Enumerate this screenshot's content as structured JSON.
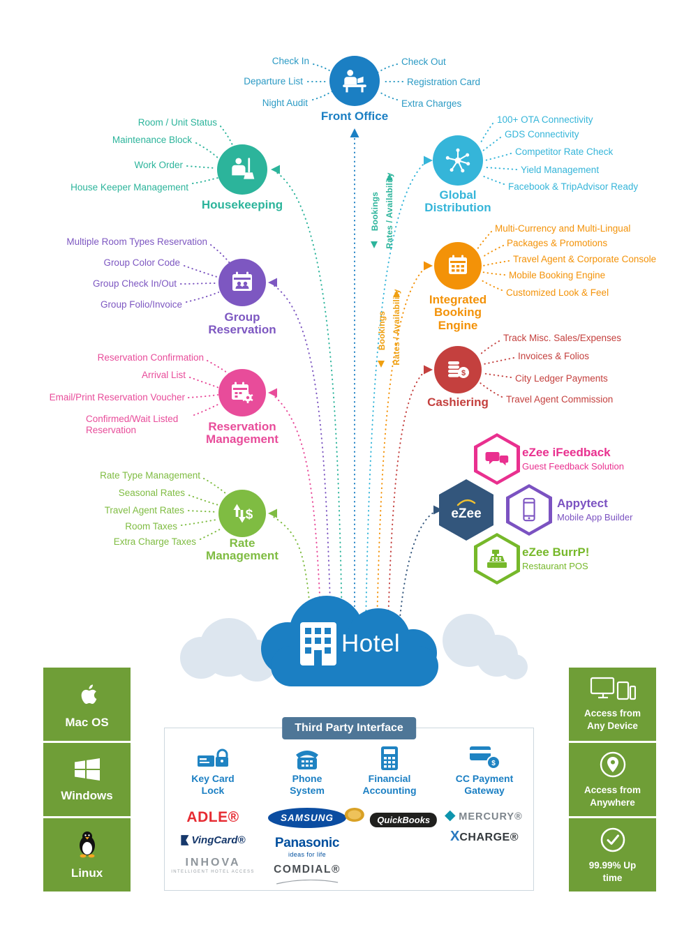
{
  "colors": {
    "front_office": "#1b7fc3",
    "housekeeping": "#2cb49b",
    "global_distribution": "#35b5d9",
    "group_reservation": "#7d57c1",
    "integrated_booking_engine": "#f39208",
    "reservation_management": "#e84c9a",
    "cashiering": "#c4403e",
    "rate_management": "#7fbc42",
    "ezee_hub": "#33567c",
    "ifeedback": "#e9308f",
    "appytect": "#7b52c1",
    "burrp": "#76b82a",
    "cloud": "#1b7fc3",
    "platform_box": "#6f9e37",
    "third_party_header": "#4e7697"
  },
  "cloud": {
    "label": "Hotel"
  },
  "flow_top": {
    "down": "Bookings",
    "up": "Rates / Availability"
  },
  "flow_bottom": {
    "down": "Bookings",
    "up": "Rates / Availability"
  },
  "modules": {
    "front_office": {
      "label": "Front Office",
      "features": [
        "Check In",
        "Departure List",
        "Night Audit",
        "Check Out",
        "Registration Card",
        "Extra Charges"
      ]
    },
    "housekeeping": {
      "label": "Housekeeping",
      "features": [
        "Room / Unit Status",
        "Maintenance Block",
        "Work Order",
        "House Keeper Management"
      ]
    },
    "global_distribution": {
      "label": "Global Distribution",
      "features": [
        "100+ OTA Connectivity",
        "GDS Connectivity",
        "Competitor Rate Check",
        "Yield Management",
        "Facebook & TripAdvisor Ready"
      ]
    },
    "group_reservation": {
      "label": "Group Reservation",
      "features": [
        "Multiple Room Types Reservation",
        "Group Color Code",
        "Group Check In/Out",
        "Group Folio/Invoice"
      ]
    },
    "integrated_booking_engine": {
      "label": "Integrated Booking Engine",
      "features": [
        "Multi-Currency and Multi-Lingual",
        "Packages & Promotions",
        "Travel Agent & Corporate Console",
        "Mobile Booking Engine",
        "Customized Look & Feel"
      ]
    },
    "reservation_management": {
      "label": "Reservation Management",
      "features": [
        "Reservation Confirmation",
        "Arrival List",
        "Email/Print Reservation Voucher",
        "Confirmed/Wait Listed Reservation"
      ]
    },
    "cashiering": {
      "label": "Cashiering",
      "features": [
        "Track Misc. Sales/Expenses",
        "Invoices & Folios",
        "City Ledger Payments",
        "Travel Agent Commission"
      ]
    },
    "rate_management": {
      "label": "Rate Management",
      "features": [
        "Rate Type Management",
        "Seasonal Rates",
        "Travel Agent Rates",
        "Room Taxes",
        "Extra Charge Taxes"
      ]
    }
  },
  "ezee": {
    "hub_label": "eZee",
    "products": [
      {
        "title": "eZee iFeedback",
        "subtitle": "Guest Feedback Solution"
      },
      {
        "title": "Appytect",
        "subtitle": "Mobile App Builder"
      },
      {
        "title": "eZee BurrP!",
        "subtitle": "Restaurant POS"
      }
    ]
  },
  "platforms": [
    {
      "label": "Mac OS"
    },
    {
      "label": "Windows"
    },
    {
      "label": "Linux"
    }
  ],
  "access": [
    {
      "label": "Access from Any Device"
    },
    {
      "label": "Access from Anywhere"
    },
    {
      "label": "99.99% Up time"
    }
  ],
  "third_party": {
    "title": "Third Party Interface",
    "columns": [
      {
        "label": "Key Card Lock",
        "logos": {
          "adle": "ADLE®",
          "vingcard": "VingCard®",
          "inhova": "INHOVA",
          "inhova_tagline": "INTELLIGENT HOTEL ACCESS"
        }
      },
      {
        "label": "Phone System",
        "logos": {
          "samsung": "SAMSUNG",
          "panasonic": "Panasonic",
          "panasonic_tagline": "ideas for life",
          "comdial": "COMDIAL®"
        }
      },
      {
        "label": "Financial Accounting",
        "logos": {
          "quickbooks": "QuickBooks"
        }
      },
      {
        "label": "CC Payment Gateway",
        "logos": {
          "mercury": "MERCURY®",
          "xcharge_x": "X",
          "xcharge_rest": "CHARGE®"
        }
      }
    ]
  }
}
